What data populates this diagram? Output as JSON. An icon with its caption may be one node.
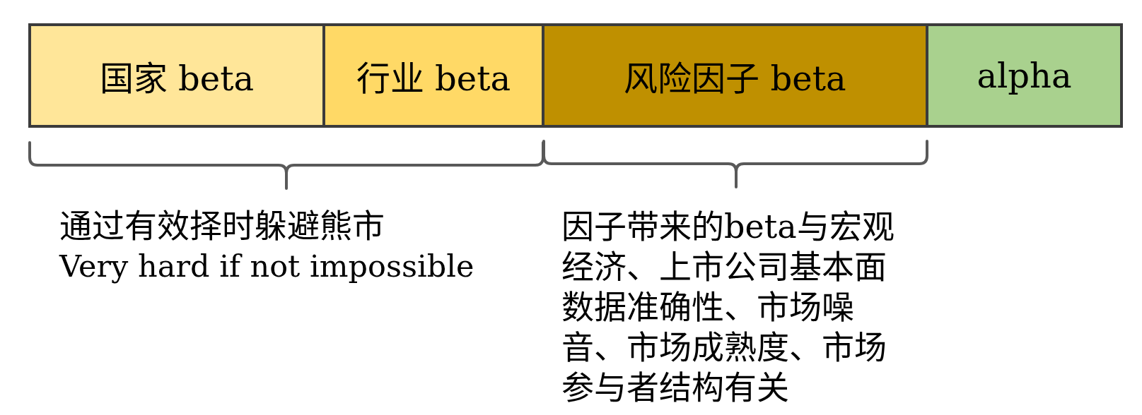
{
  "diagram": {
    "nodes": [
      {
        "text": [
          "国家 beta"
        ]
      },
      {
        "text": [
          "行业 beta"
        ]
      },
      {
        "text": [
          "风险因子 beta"
        ]
      },
      {
        "text": [
          "alpha"
        ]
      }
    ],
    "labels": [
      "通过有效择时躲避熊市",
      "Very hard if not impossible",
      "因子带来的beta与宏观经济、上市公司基本面数据准确性、市场噪音、市场成熟度、市场参与者结构有关"
    ]
  }
}
